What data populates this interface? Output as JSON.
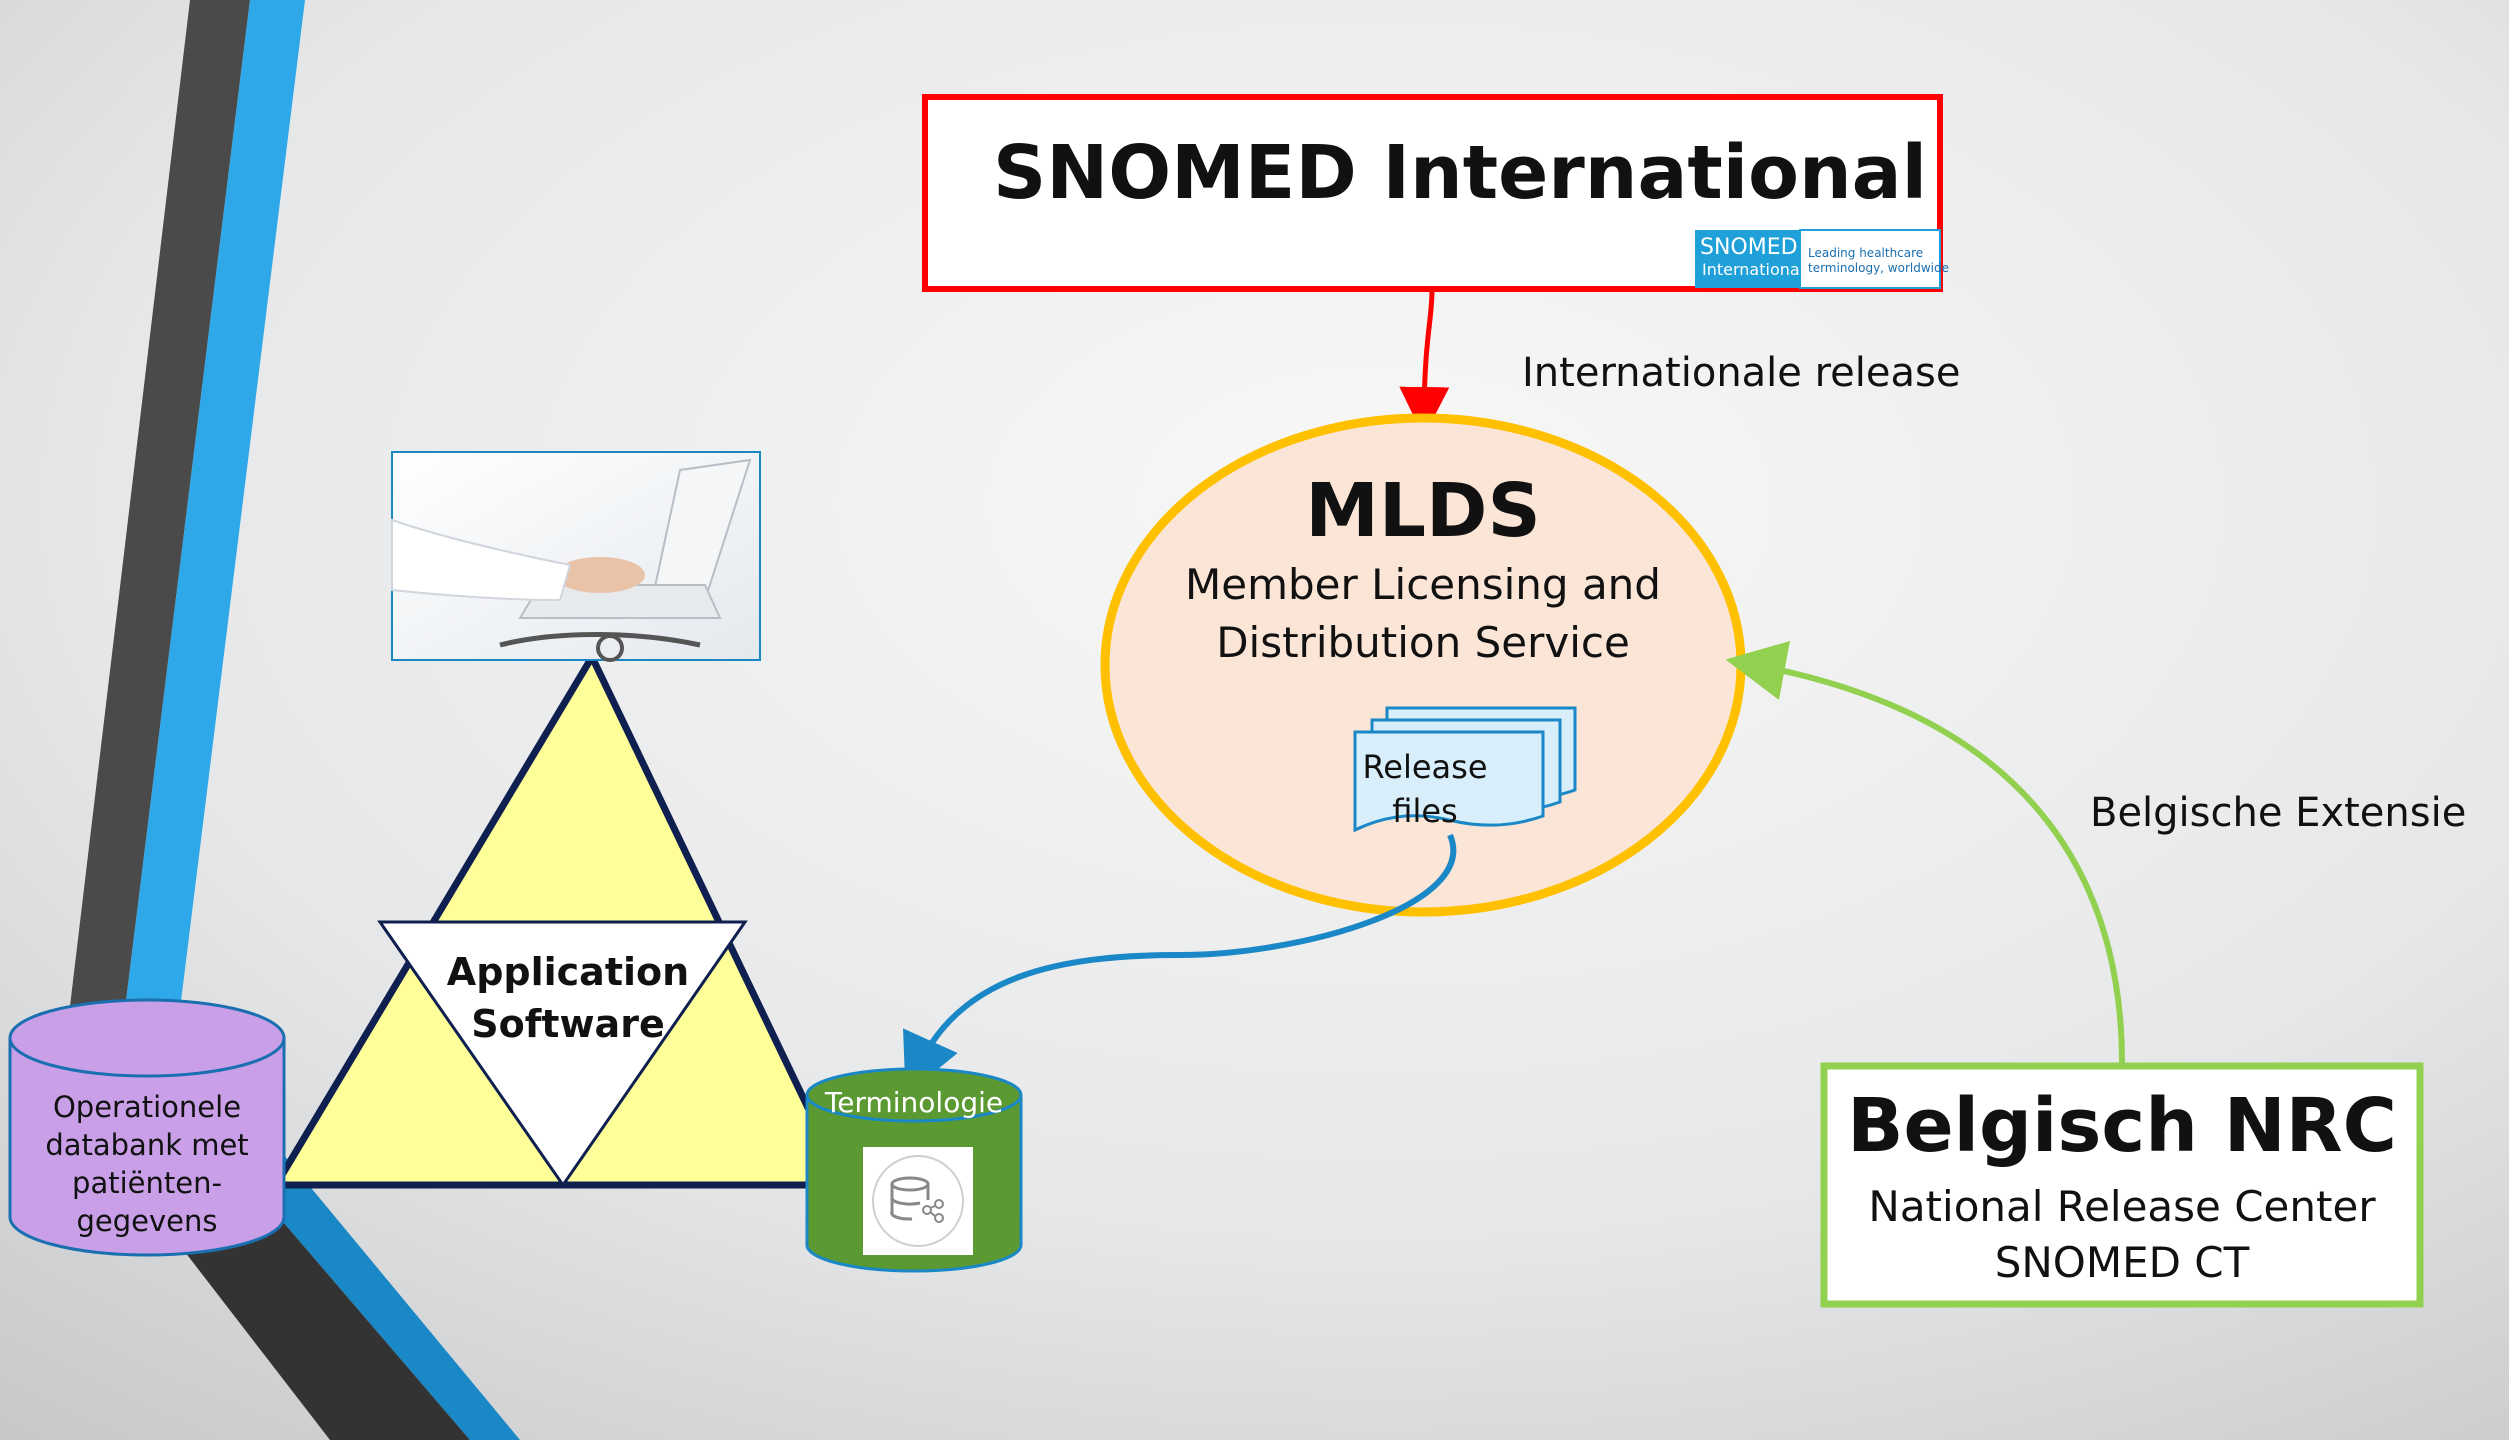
{
  "snomed": {
    "title": "SNOMED International",
    "logo_word1": "SNOMED",
    "logo_word2": "International",
    "logo_tagline1": "Leading healthcare",
    "logo_tagline2": "terminology, worldwide"
  },
  "flows": {
    "international_release": "Internationale release",
    "belgian_extension": "Belgische Extensie"
  },
  "mlds": {
    "title": "MLDS",
    "line1": "Member Licensing and",
    "line2": "Distribution Service",
    "files_line1": "Release",
    "files_line2": "files"
  },
  "nrc": {
    "title": "Belgisch NRC",
    "line1": "National Release Center",
    "line2": "SNOMED CT"
  },
  "app": {
    "line1": "Application",
    "line2": "Software"
  },
  "db": {
    "line1": "Operationele",
    "line2": "databank met",
    "line3": "patiënten-",
    "line4": "gegevens"
  },
  "terminology": {
    "label": "Terminologie"
  },
  "colors": {
    "snomed_border": "#ff0000",
    "mlds_border": "#ffc000",
    "mlds_fill": "#fbe5d6",
    "nrc_border": "#92d050",
    "triangle_fill": "#ffff99",
    "database_fill": "#c9a0e8",
    "terminology_fill": "#5b9a32",
    "blue_arrow": "#1a87c6"
  }
}
